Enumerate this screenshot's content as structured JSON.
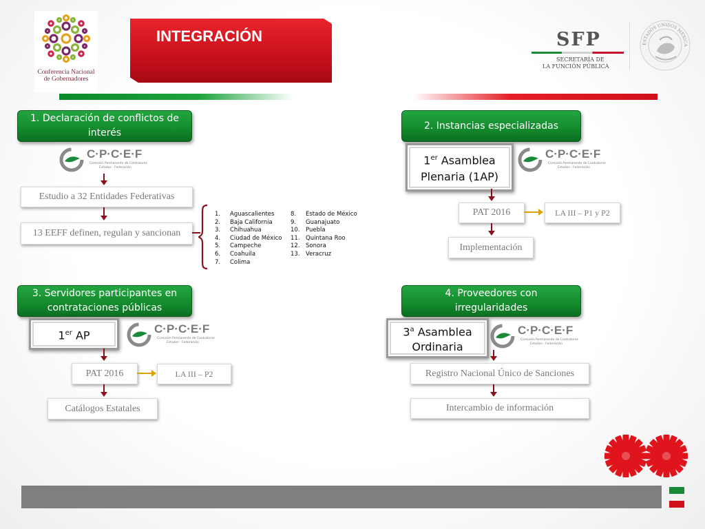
{
  "header": {
    "title": "INTEGRACIÓN",
    "conago_line1": "Conferencia Nacional",
    "conago_line2": "de Gobernadores",
    "sfp_acronym": "SFP",
    "sfp_line1": "SECRETARÍA DE",
    "sfp_line2": "LA FUNCIÓN PÚBLICA",
    "seal_text": "ESTADOS UNIDOS MEXICANOS"
  },
  "cpcef": {
    "name": "C·P·C·E·F",
    "sub1": "Comisión Permanente de Contralores",
    "sub2": "Estados - Federación"
  },
  "section1": {
    "title": "1. Declaración de conflictos de interés",
    "step1": "Estudio a 32 Entidades Federativas",
    "step2": "13 EEFF definen, regulan y sancionan",
    "states_col1": [
      {
        "n": "1.",
        "name": "Aguascalientes"
      },
      {
        "n": "2.",
        "name": "Baja California"
      },
      {
        "n": "3.",
        "name": "Chihuahua"
      },
      {
        "n": "4.",
        "name": "Ciudad de México"
      },
      {
        "n": "5.",
        "name": "Campeche"
      },
      {
        "n": "6.",
        "name": "Coahuila"
      },
      {
        "n": "7.",
        "name": "Colima"
      }
    ],
    "states_col2": [
      {
        "n": "8.",
        "name": "Estado de México"
      },
      {
        "n": "9.",
        "name": "Guanajuato"
      },
      {
        "n": "10.",
        "name": "Puebla"
      },
      {
        "n": "11.",
        "name": "Quintana Roo"
      },
      {
        "n": "12.",
        "name": "Sonora"
      },
      {
        "n": "13.",
        "name": "Veracruz"
      }
    ]
  },
  "section2": {
    "title": "2. Instancias especializadas",
    "assembly_sup": "er",
    "assembly_pre": "1",
    "assembly_rest": " Asamblea",
    "assembly_line2": "Plenaria (1AP)",
    "pat": "PAT 2016",
    "la": "LA III – P1 y P2",
    "impl": "Implementación"
  },
  "section3": {
    "title": "3. Servidores participantes en contrataciones públicas",
    "ap_pre": "1",
    "ap_sup": "er",
    "ap_rest": " AP",
    "pat": "PAT 2016",
    "la": "LA III –  P2",
    "catalog": "Catálogos Estatales"
  },
  "section4": {
    "title": "4. Proveedores con irregularidades",
    "assembly_pre": "3",
    "assembly_sup": "a",
    "assembly_rest": " Asamblea",
    "assembly_line2": "Ordinaria",
    "registry": "Registro Nacional Único de Sanciones",
    "exchange": "Intercambio de información"
  },
  "colors": {
    "green": "#138a2c",
    "red": "#d0101a",
    "dark_red": "#8b0f1a",
    "gold": "#d9a400",
    "footer_gray": "#7f7f7f"
  }
}
